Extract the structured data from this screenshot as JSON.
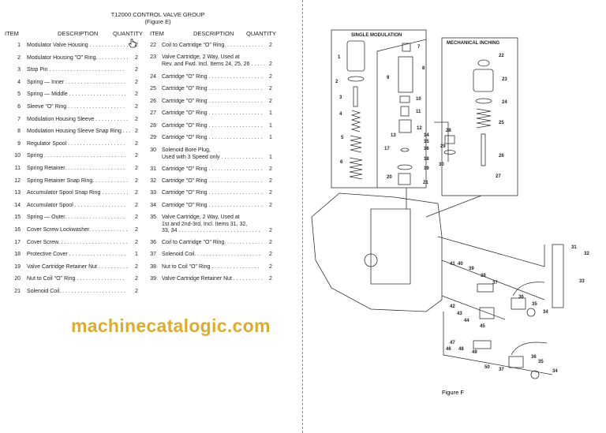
{
  "title": {
    "line1": "T12000 CONTROL VALVE GROUP",
    "line2": "(Figure E)"
  },
  "headers": {
    "item": "ITEM",
    "description": "DESCRIPTION",
    "quantity": "QUANTITY"
  },
  "left_items": [
    {
      "item": "1",
      "desc": "Modulator Valve Housing . . . . . . . . . . . . . .",
      "qty": "2"
    },
    {
      "item": "2",
      "desc": "Modulator Housing \"O\" Ring. . . . . . . . . . .",
      "qty": "2"
    },
    {
      "item": "3",
      "desc": "Stop Pin . . . . . . . . . . . . . . . . . . . . . . . . .",
      "qty": "2"
    },
    {
      "item": "4",
      "desc": "Spring — Inner . . . . . . . . . . . . . . . . . . . .",
      "qty": "2"
    },
    {
      "item": "5",
      "desc": "Spring — Middle . . . . . . . . . . . . . . . . . . .",
      "qty": "2"
    },
    {
      "item": "6",
      "desc": "Sleeve \"O\" Ring . . . . . . . . . . . . . . . . . . .",
      "qty": "2"
    },
    {
      "item": "7",
      "desc": "Modulation Housing Sleeve . . . . . . . . . . .",
      "qty": "2"
    },
    {
      "item": "8",
      "desc": "Modulation Housing Sleeve Snap Ring . . .",
      "qty": "2"
    },
    {
      "item": "9",
      "desc": "Regulator Spool . . . . . . . . . . . . . . . . . . .",
      "qty": "2"
    },
    {
      "item": "10",
      "desc": "Spring . . . . . . . . . . . . . . . . . . . . . . . . . . .",
      "qty": "2"
    },
    {
      "item": "11",
      "desc": "Spring Retainer. . . . . . . . . . . . . . . . . . . .",
      "qty": "2"
    },
    {
      "item": "12",
      "desc": "Spring Retainer Snap Ring. . . . . . . . . . . .",
      "qty": "2"
    },
    {
      "item": "13",
      "desc": "Accumulator Spool Snap Ring . . . . . . . . .",
      "qty": "2"
    },
    {
      "item": "14",
      "desc": "Accumulator Spool . . . . . . . . . . . . . . . . .",
      "qty": "2"
    },
    {
      "item": "15",
      "desc": "Spring — Outer. . . . . . . . . . . . . . . . . . . .",
      "qty": "2"
    },
    {
      "item": "16",
      "desc": "Cover Screw Lockwasher. . . . . . . . . . . . .",
      "qty": "2"
    },
    {
      "item": "17",
      "desc": "Cover Screw. . . . . . . . . . . . . . . . . . . . . . .",
      "qty": "2"
    },
    {
      "item": "18",
      "desc": "Protective Cover . . . . . . . . . . . . . . . . . . .",
      "qty": "1"
    },
    {
      "item": "19",
      "desc": "Valve Cartridge Retainer Nut . . . . . . . . . .",
      "qty": "2"
    },
    {
      "item": "20",
      "desc": "Nut to Coil \"O\" Ring . . . . . . . . . . . . . . . .",
      "qty": "2"
    },
    {
      "item": "21",
      "desc": "Solenoid Coil. . . . . . . . . . . . . . . . . . . . . .",
      "qty": "2"
    }
  ],
  "right_items": [
    {
      "item": "22",
      "desc": "Coil to Cartridge \"O\" Ring. . . . . . . . . . . . .",
      "qty": "2"
    },
    {
      "item": "23",
      "desc": "Valve Cartridge, 2 Way, Used at\nRev. and Fwd. Incl. Items 24, 25, 26 . . . . .",
      "qty": "2"
    },
    {
      "item": "24",
      "desc": "Cartridge \"O\" Ring . . . . . . . . . . . . . . . . . .",
      "qty": "2"
    },
    {
      "item": "25",
      "desc": "Cartridge \"O\" Ring . . . . . . . . . . . . . . . . . .",
      "qty": "2"
    },
    {
      "item": "26",
      "desc": "Cartridge \"O\" Ring . . . . . . . . . . . . . . . . . .",
      "qty": "2"
    },
    {
      "item": "27",
      "desc": "Cartridge \"O\" Ring . . . . . . . . . . . . . . . . . .",
      "qty": "1"
    },
    {
      "item": "28",
      "desc": "Cartridge \"O\" Ring . . . . . . . . . . . . . . . . . .",
      "qty": "1"
    },
    {
      "item": "29",
      "desc": "Cartridge \"O\" Ring . . . . . . . . . . . . . . . . . .",
      "qty": "1"
    },
    {
      "item": "30",
      "desc": "Solenoid Bore Plug,\nUsed with 3 Speed only . . . . . . . . . . . . . .",
      "qty": "1"
    },
    {
      "item": "31",
      "desc": "Cartridge \"O\" Ring . . . . . . . . . . . . . . . . . .",
      "qty": "2"
    },
    {
      "item": "32",
      "desc": "Cartridge \"O\" Ring . . . . . . . . . . . . . . . . . .",
      "qty": "2"
    },
    {
      "item": "33",
      "desc": "Cartridge \"O\" Ring . . . . . . . . . . . . . . . . . .",
      "qty": "2"
    },
    {
      "item": "34",
      "desc": "Cartridge \"O\" Ring . . . . . . . . . . . . . . . . . .",
      "qty": "2"
    },
    {
      "item": "35",
      "desc": "Valve Cartridge, 2 Way, Used at\n1st and 2nd-3rd, Incl. Items 31, 32,\n33, 34 . . . . . . . . . . . . . . . . . . . . . . . . . . .",
      "qty": "2"
    },
    {
      "item": "36",
      "desc": "Coil to Cartridge \"O\" Ring. . . . . . . . . . . . .",
      "qty": "2"
    },
    {
      "item": "37",
      "desc": "Solenoid Coil. . . . . . . . . . . . . . . . . . . . . .",
      "qty": "2"
    },
    {
      "item": "38",
      "desc": "Nut to Coil \"O\" Ring . . . . . . . . . . . . . . . .",
      "qty": "2"
    },
    {
      "item": "39",
      "desc": "Valve Cartridge Retainer Nut . . . . . . . . . .",
      "qty": "2"
    }
  ],
  "watermark": "machinecatalogic.com",
  "watermark_color": "#d9a21a",
  "diagram": {
    "single_modulation_label": "SINGLE MODULATION",
    "mechanical_inching_label": "MECHANICAL INCHING",
    "figure_label": "Figure F",
    "callouts": [
      "7",
      "1",
      "8",
      "9",
      "2",
      "3",
      "10",
      "11",
      "4",
      "12",
      "13",
      "14",
      "15",
      "5",
      "16",
      "17",
      "18",
      "6",
      "19",
      "20",
      "21",
      "22",
      "23",
      "24",
      "25",
      "28",
      "29",
      "26",
      "30",
      "27",
      "41",
      "40",
      "39",
      "38",
      "37",
      "36",
      "35",
      "34",
      "31",
      "32",
      "33",
      "42",
      "43",
      "44",
      "45",
      "46",
      "47",
      "48",
      "49",
      "50",
      "37",
      "36",
      "35",
      "34"
    ]
  },
  "cursor_icon": "hand-pointer-icon"
}
